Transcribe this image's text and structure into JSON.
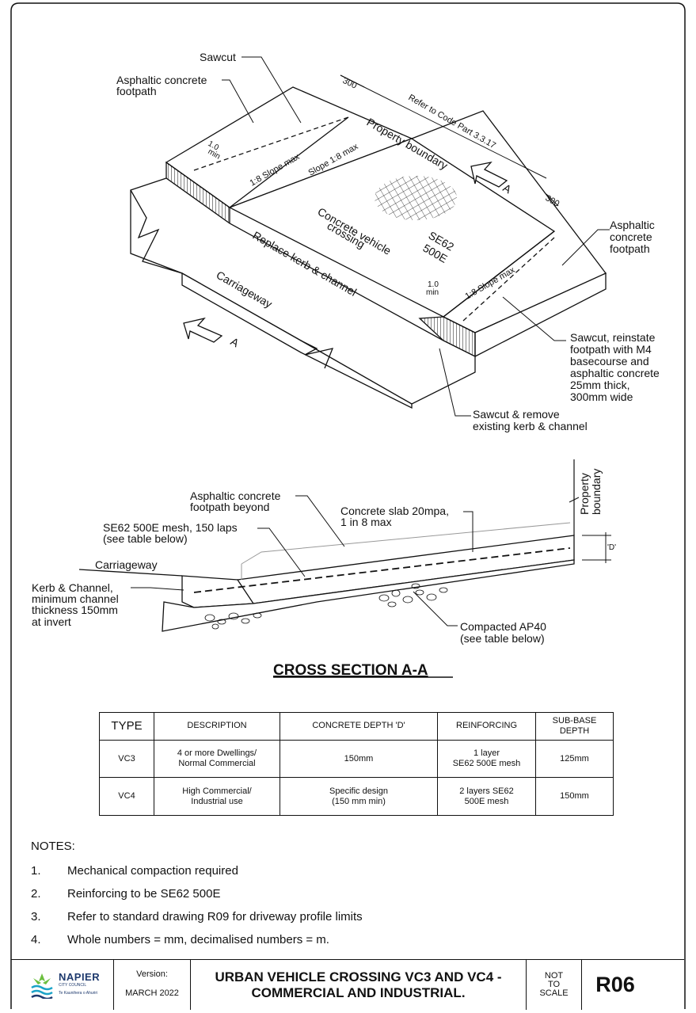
{
  "labels": {
    "sawcut": "Sawcut",
    "asphaltic_footpath_left_1": "Asphaltic concrete",
    "asphaltic_footpath_left_2": "footpath",
    "dim_300_top": "300",
    "refer_code": "Refer to Code Part 3.3.17",
    "property_boundary": "Property boundary",
    "dim_300_right": "300",
    "dim_1_0_left_a": "1.0",
    "dim_1_0_left_b": "min",
    "slope_left": "1:8 Slope max",
    "slope_middle": "Slope 1:8 max",
    "concrete_crossing_1": "Concrete vehicle",
    "concrete_crossing_2": "crossing",
    "mesh_1": "SE62",
    "mesh_2": "500E",
    "replace_kerb": "Replace kerb & channel",
    "carriageway_iso": "Carriageway",
    "section_marker": "A",
    "asph_right_1": "Asphaltic",
    "asph_right_2": "concrete",
    "asph_right_3": "footpath",
    "dim_1_0_right_a": "1.0",
    "dim_1_0_right_b": "min",
    "slope_right": "1:8 Slope max",
    "sawcut_reinstate_1": "Sawcut, reinstate",
    "sawcut_reinstate_2": "footpath with M4",
    "sawcut_reinstate_3": "basecourse and",
    "sawcut_reinstate_4": "asphaltic concrete",
    "sawcut_reinstate_5": "25mm thick,",
    "sawcut_reinstate_6": "300mm wide",
    "sawcut_remove_1": "Sawcut & remove",
    "sawcut_remove_2": "existing kerb & channel"
  },
  "section": {
    "asph_beyond_1": "Asphaltic concrete",
    "asph_beyond_2": "footpath beyond",
    "slab_1": "Concrete slab 20mpa,",
    "slab_2": "1 in 8 max",
    "mesh_1": "SE62 500E mesh, 150 laps",
    "mesh_2": "(see table below)",
    "carriageway": "Carriageway",
    "kerb_1": "Kerb & Channel,",
    "kerb_2": "minimum channel",
    "kerb_3": "thickness 150mm",
    "kerb_4": "at invert",
    "property_1": "Property",
    "property_2": "boundary",
    "depth_d": "'D'",
    "ap40_1": "Compacted AP40",
    "ap40_2": "(see table below)",
    "title": "CROSS SECTION A-A"
  },
  "table": {
    "headers": {
      "type": "TYPE",
      "description": "DESCRIPTION",
      "depth": "CONCRETE DEPTH 'D'",
      "reinforcing": "REINFORCING",
      "subbase_1": "SUB-BASE",
      "subbase_2": "DEPTH"
    },
    "rows": [
      {
        "type": "VC3",
        "desc_1": "4 or more Dwellings/",
        "desc_2": "Normal Commercial",
        "depth_1": "150mm",
        "depth_2": "",
        "reinf_1": "1 layer",
        "reinf_2": "SE62 500E mesh",
        "subbase": "125mm"
      },
      {
        "type": "VC4",
        "desc_1": "High Commercial/",
        "desc_2": "Industrial use",
        "depth_1": "Specific design",
        "depth_2": "(150 mm min)",
        "reinf_1": "2 layers SE62",
        "reinf_2": "500E mesh",
        "subbase": "150mm"
      }
    ]
  },
  "notes": {
    "heading": "NOTES:",
    "items": [
      {
        "num": "1.",
        "text": "Mechanical compaction required"
      },
      {
        "num": "2.",
        "text": "Reinforcing to be SE62 500E"
      },
      {
        "num": "3.",
        "text": "Refer to standard drawing R09 for driveway profile limits"
      },
      {
        "num": "4.",
        "text": "Whole numbers = mm, decimalised numbers = m."
      }
    ]
  },
  "title_block": {
    "logo_name": "NAPIER",
    "logo_sub_1": "CITY COUNCIL",
    "logo_sub_2": "Te Kaunihera o Ahuriri",
    "version_label": "Version:",
    "version_value": "MARCH 2022",
    "title_1": "URBAN VEHICLE CROSSING VC3 AND VC4 -",
    "title_2": "COMMERCIAL AND INDUSTRIAL.",
    "scale_1": "NOT",
    "scale_2": "TO",
    "scale_3": "SCALE",
    "code": "R06"
  },
  "colors": {
    "line": "#111111",
    "logo_blue": "#1e3a6e",
    "logo_green": "#6cbf3f",
    "logo_teal": "#1aa3c8"
  }
}
